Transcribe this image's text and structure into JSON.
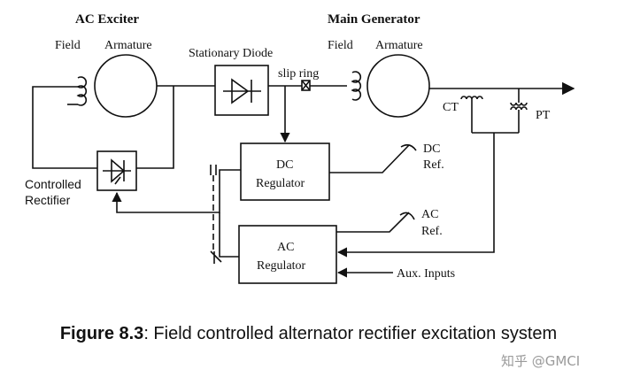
{
  "diagram": {
    "labels": {
      "ac_exciter": "AC Exciter",
      "exciter_field": "Field",
      "exciter_armature": "Armature",
      "stationary_diode": "Stationary Diode",
      "slip_ring": "slip ring",
      "main_generator": "Main Generator",
      "gen_field": "Field",
      "gen_armature": "Armature",
      "ct": "CT",
      "pt": "PT",
      "controlled_rectifier_line1": "Controlled",
      "controlled_rectifier_line2": "Rectifier",
      "dc_regulator_line1": "DC",
      "dc_regulator_line2": "Regulator",
      "dc_ref_line1": "DC",
      "dc_ref_line2": "Ref.",
      "ac_regulator_line1": "AC",
      "ac_regulator_line2": "Regulator",
      "ac_ref_line1": "AC",
      "ac_ref_line2": "Ref.",
      "aux_inputs": "Aux. Inputs"
    }
  },
  "caption": {
    "number": "Figure 8.3",
    "text": ":  Field controlled alternator rectifier excitation system"
  },
  "watermark": "知乎 @GMCI",
  "colors": {
    "line": "#111111",
    "watermark": "#9a9a9a"
  }
}
